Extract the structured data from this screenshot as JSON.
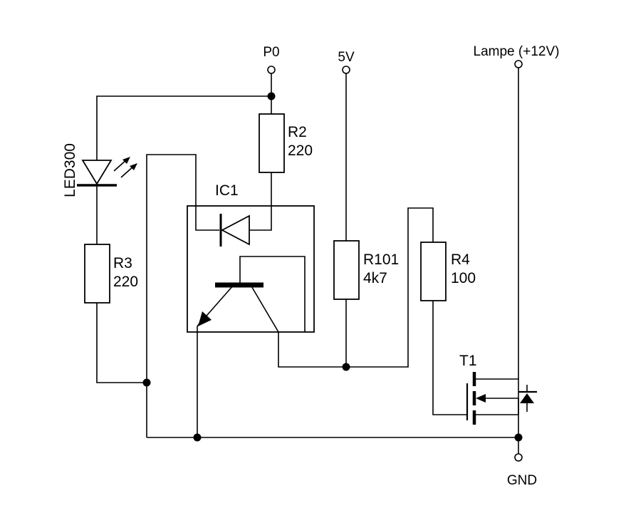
{
  "terminals": {
    "p0": "P0",
    "v5": "5V",
    "lamp": "Lampe (+12V)",
    "gnd": "GND"
  },
  "components": {
    "r2": {
      "ref": "R2",
      "value": "220"
    },
    "r3": {
      "ref": "R3",
      "value": "220"
    },
    "r101": {
      "ref": "R101",
      "value": "4k7"
    },
    "r4": {
      "ref": "R4",
      "value": "100"
    },
    "led": {
      "ref": "LED300"
    },
    "ic": {
      "ref": "IC1"
    },
    "t1": {
      "ref": "T1"
    }
  }
}
